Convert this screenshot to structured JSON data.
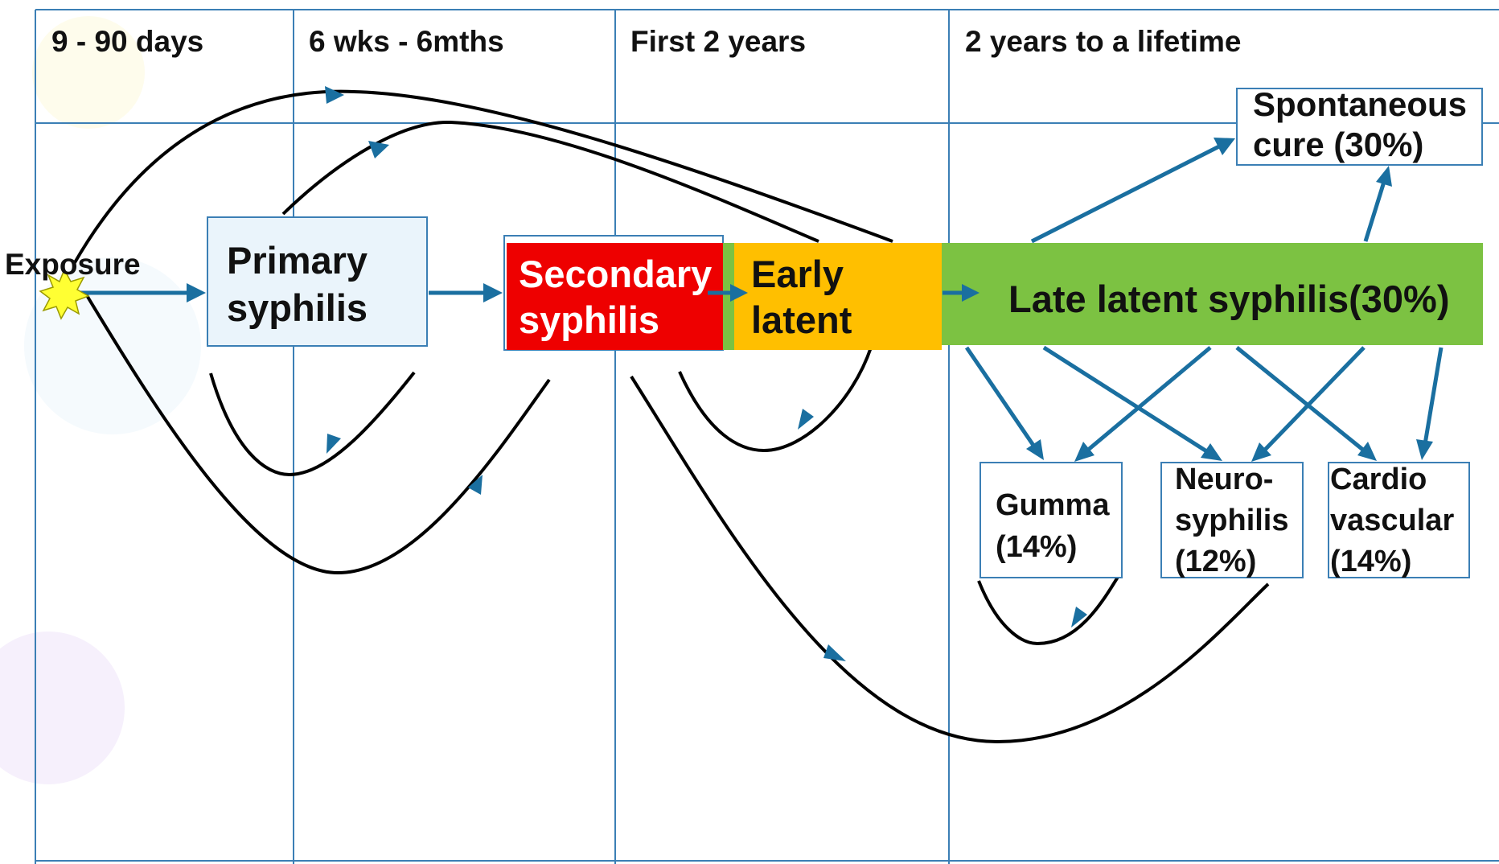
{
  "timeline": {
    "periods": [
      "9 - 90 days",
      "6 wks - 6mths",
      "First 2 years",
      "2 years to a lifetime"
    ]
  },
  "exposure": {
    "label": "Exposure"
  },
  "stages": {
    "primary": {
      "line1": "Primary",
      "line2": "syphilis"
    },
    "secondary": {
      "line1": "Secondary",
      "line2": "syphilis"
    },
    "early_latent": {
      "line1": "Early",
      "line2": "latent"
    },
    "late_latent": {
      "label": "Late latent syphilis(30%)"
    }
  },
  "outcomes": {
    "spontaneous_cure": {
      "line1": "Spontaneous",
      "line2": "cure (30%)"
    },
    "gumma": {
      "line1": "Gumma",
      "line2": "(14%)"
    },
    "neurosyphilis": {
      "line1": "Neuro-",
      "line2": "syphilis",
      "line3": "(12%)"
    },
    "cardiovascular": {
      "line1": "Cardio",
      "line2": "vascular",
      "line3": "(14%)"
    }
  },
  "colors": {
    "grid": "#3b7fb5",
    "arrow": "#1a6fa0",
    "primary_fill": "#eaf4fb",
    "secondary_fill": "#ee0000",
    "early_latent_fill": "#ffbf00",
    "late_latent_fill": "#7cc242",
    "burst": "#ffff33"
  }
}
